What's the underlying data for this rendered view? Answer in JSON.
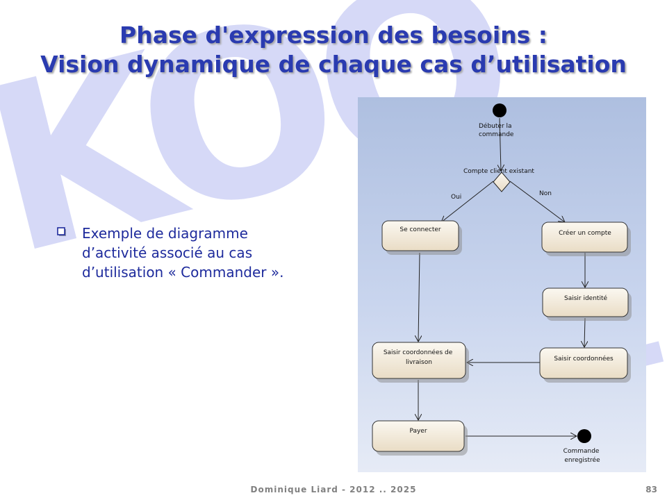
{
  "title": {
    "line1": "Phase d'expression des besoins :",
    "line2": "Vision dynamique de chaque cas d’utilisation"
  },
  "watermark": {
    "text": "KOO"
  },
  "bullet": {
    "lines": [
      "Exemple de diagramme",
      "d’activité associé au cas",
      "d’utilisation « Commander »."
    ]
  },
  "diagram": {
    "start_label": [
      "Débuter la",
      "commande"
    ],
    "decision_label": "Compte client existant",
    "guard_yes": "Oui",
    "guard_no": "Non",
    "activities": {
      "connect": [
        "Se connecter"
      ],
      "create_account": [
        "Créer un compte"
      ],
      "identity": [
        "Saisir identité"
      ],
      "coordinates": [
        "Saisir coordonnées"
      ],
      "delivery": [
        "Saisir coordonnées de",
        "livraison"
      ],
      "pay": [
        "Payer"
      ]
    },
    "end_label": [
      "Commande",
      "enregistrée"
    ]
  },
  "footer": {
    "author": "Dominique Liard - 2012 .. 2025",
    "page": "83"
  }
}
